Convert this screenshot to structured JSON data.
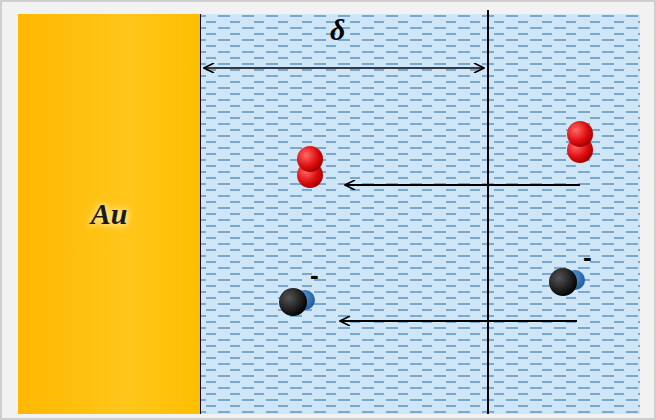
{
  "diagram": {
    "nodes": [
      {
        "text": [
          "Au"
        ]
      }
    ],
    "labels": [
      "δ",
      "-",
      "-"
    ]
  }
}
